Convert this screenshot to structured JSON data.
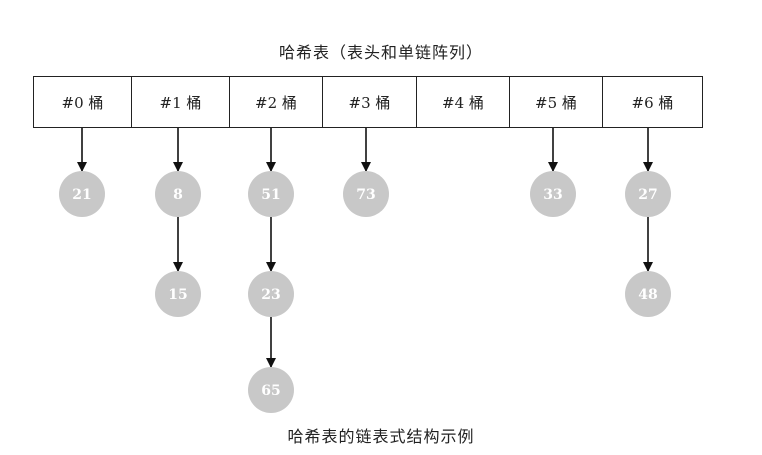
{
  "title": "哈希表（表头和单链阵列）",
  "caption": "哈希表的链表式结构示例",
  "colors": {
    "node_fill": "#c8c8c8",
    "node_text": "#ffffff",
    "line": "#111111"
  },
  "buckets": [
    {
      "label": "#0 桶",
      "chain": [
        "21"
      ]
    },
    {
      "label": "#1 桶",
      "chain": [
        "8",
        "15"
      ]
    },
    {
      "label": "#2 桶",
      "chain": [
        "51",
        "23",
        "65"
      ]
    },
    {
      "label": "#3 桶",
      "chain": [
        "73"
      ]
    },
    {
      "label": "#4 桶",
      "chain": []
    },
    {
      "label": "#5 桶",
      "chain": [
        "33"
      ]
    },
    {
      "label": "#6 桶",
      "chain": [
        "27",
        "48"
      ]
    }
  ]
}
